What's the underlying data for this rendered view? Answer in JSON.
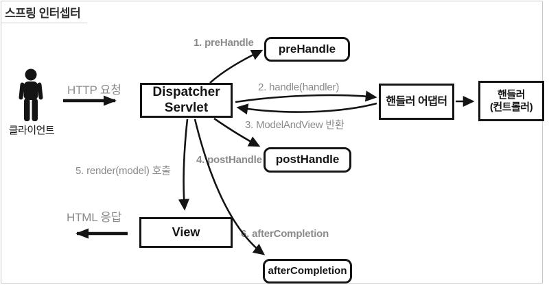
{
  "title": "스프링 인터셉터",
  "colors": {
    "bg": "#ffffff",
    "frame": "#c9c9c9",
    "ink": "#141414",
    "gray": "#8a8a8a"
  },
  "actor": {
    "label": "클라이언트",
    "icon": "person-icon"
  },
  "nodes": {
    "dispatcher_servlet": {
      "label": "Dispatcher\nServlet"
    },
    "prehandle": {
      "label": "preHandle"
    },
    "handler_adapter": {
      "label": "핸들러 어댑터"
    },
    "handler": {
      "label": "핸들러\n(컨트롤러)"
    },
    "posthandle": {
      "label": "postHandle"
    },
    "view": {
      "label": "View"
    },
    "aftercompletion": {
      "label": "afterCompletion"
    }
  },
  "edges": {
    "http_request": {
      "label": "HTTP 요청"
    },
    "step1_prehandle": {
      "label": "1. preHandle"
    },
    "step2_handle": {
      "label": "2. handle(handler)"
    },
    "step3_modelandview": {
      "label": "3. ModelAndView 반환"
    },
    "step4_posthandle": {
      "label": "4. postHandle"
    },
    "step5_render": {
      "label": "5. render(model) 호출"
    },
    "step6_aftercompletion": {
      "label": "6. afterCompletion"
    },
    "html_response": {
      "label": "HTML 응답"
    }
  }
}
